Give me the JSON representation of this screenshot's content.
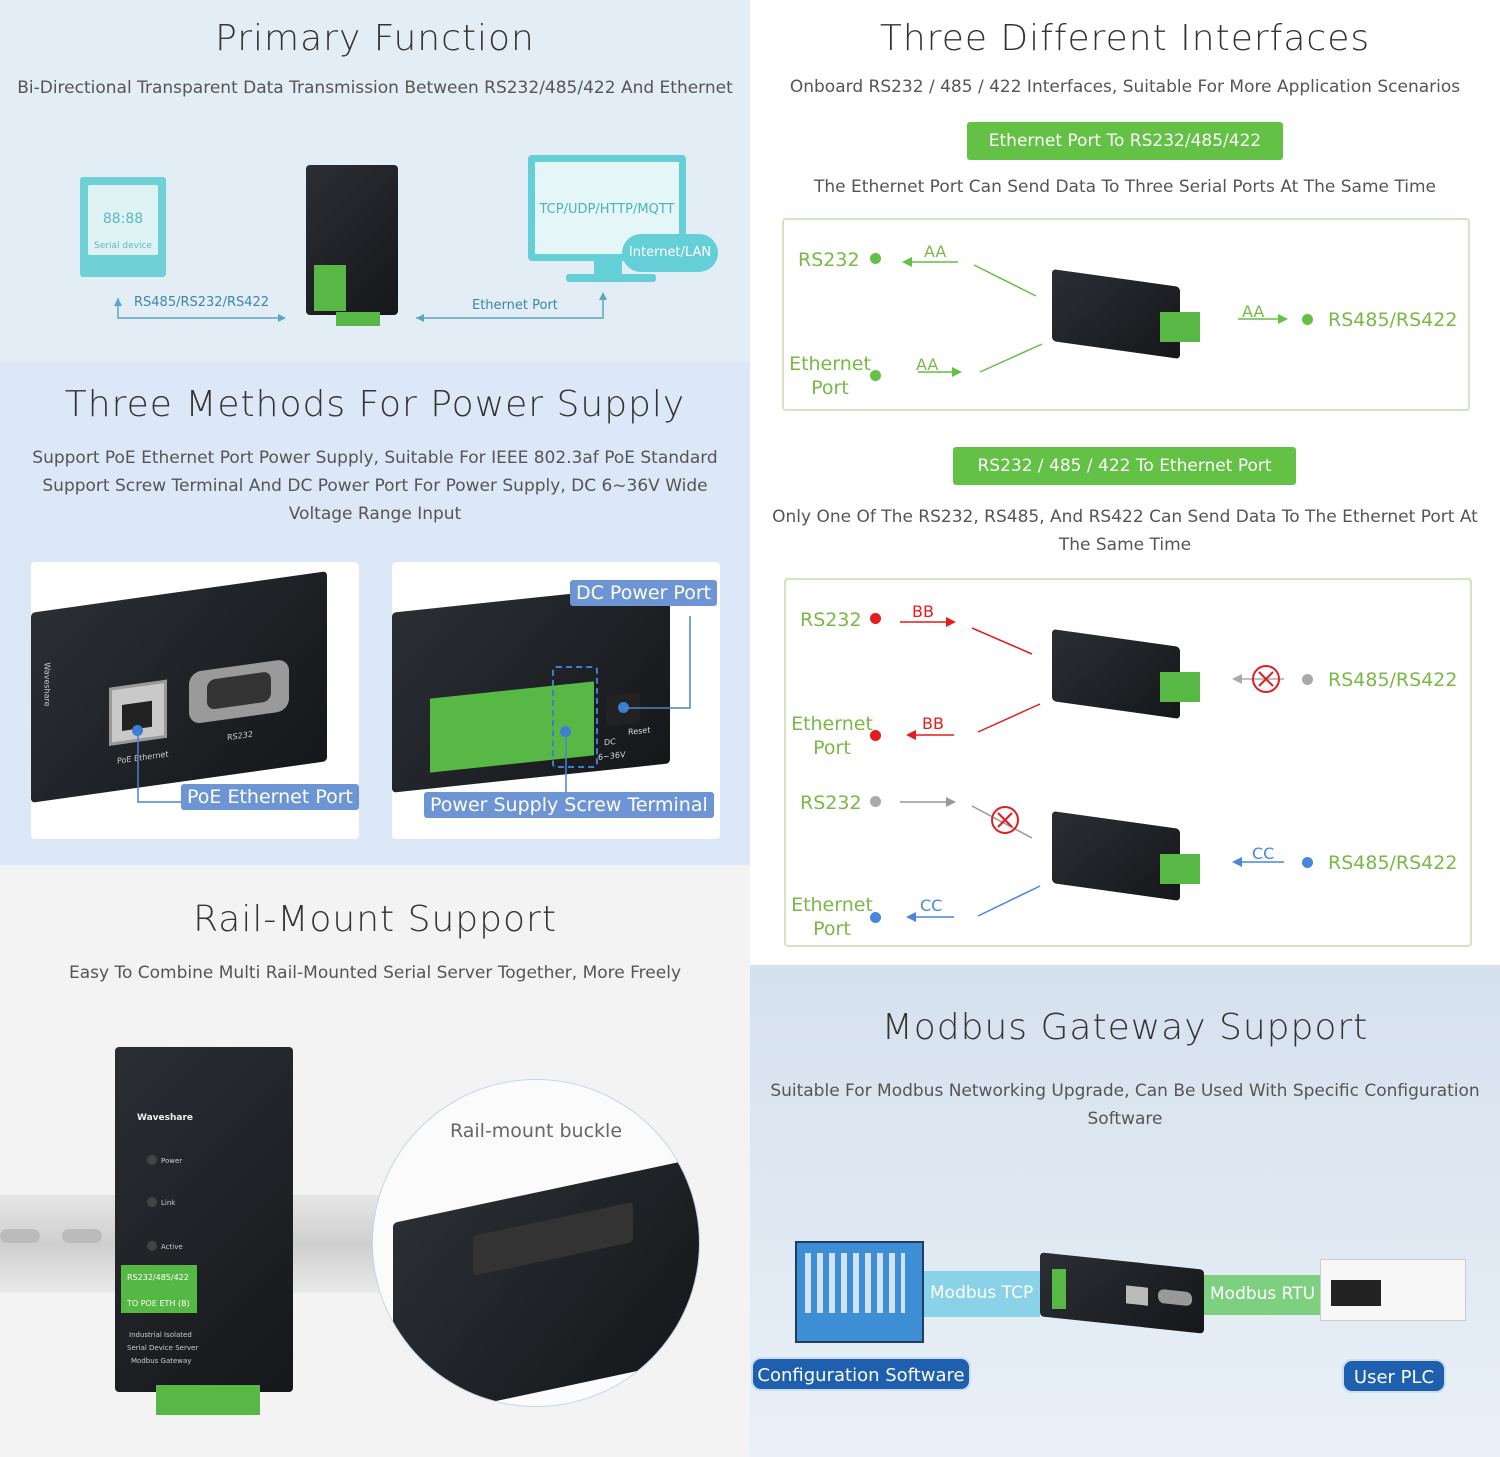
{
  "primary": {
    "title": "Primary Function",
    "subtitle": "Bi-Directional Transparent Data Transmission Between RS232/485/422 And Ethernet",
    "serial_display": "88:88",
    "serial_label": "Serial device",
    "monitor_text": "TCP/UDP/HTTP/MQTT",
    "cloud_text": "Internet/LAN",
    "left_link": "RS485/RS232/RS422",
    "right_link": "Ethernet Port"
  },
  "interfaces": {
    "title": "Three Different Interfaces",
    "subtitle": "Onboard RS232 / 485 / 422 Interfaces, Suitable For More Application Scenarios",
    "box1_label": "Ethernet Port To RS232/485/422",
    "box1_desc": "The Ethernet Port Can Send Data To Three Serial Ports At The Same Time",
    "d1": {
      "rs232": "RS232",
      "eth": "Ethernet Port",
      "rs485": "RS485/RS422",
      "aa": "AA"
    },
    "box2_label": "RS232 / 485 / 422 To Ethernet Port",
    "box2_desc": "Only One Of The RS232, RS485, And RS422 Can Send Data To The Ethernet Port At The Same Time",
    "d2": {
      "rs232": "RS232",
      "eth": "Ethernet Port",
      "rs485": "RS485/RS422",
      "bb": "BB",
      "cc": "CC"
    }
  },
  "power": {
    "title": "Three Methods For Power Supply",
    "subtitle": "Support PoE Ethernet Port Power Supply, Suitable For IEEE 802.3af PoE Standard Support Screw Terminal And DC Power Port For Power Supply, DC 6~36V Wide Voltage Range Input",
    "poe_tag": "PoE Ethernet Port",
    "dc_tag": "DC Power Port",
    "screw_tag": "Power Supply Screw Terminal",
    "side_brand": "Waveshare",
    "poe_small": "PoE Ethernet",
    "rs232_small": "RS232",
    "dc_small": "DC",
    "reset_small": "Reset",
    "volt_small": "6~36V"
  },
  "rail": {
    "title": "Rail-Mount Support",
    "subtitle": "Easy To Combine Multi Rail-Mounted Serial Server Together, More Freely",
    "buckle": "Rail-mount buckle",
    "brand": "Waveshare",
    "led1": "Power",
    "led2": "Link",
    "led3": "Active",
    "model1": "RS232/485/422",
    "model2": "TO POE ETH (B)",
    "desc1": "Industrial Isolated",
    "desc2": "Serial Device Server",
    "desc3": "Modbus Gateway"
  },
  "modbus": {
    "title": "Modbus Gateway Support",
    "subtitle": "Suitable For Modbus Networking Upgrade, Can Be Used With Specific Configuration Software",
    "tcp": "Modbus TCP",
    "rtu": "Modbus RTU",
    "software": "Configuration Software",
    "plc": "User PLC"
  }
}
